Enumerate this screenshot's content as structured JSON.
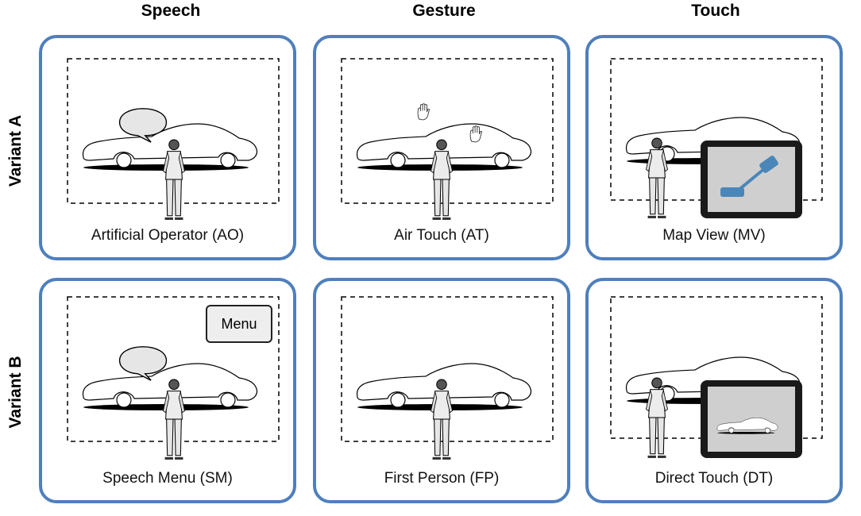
{
  "columns": [
    "Speech",
    "Gesture",
    "Touch"
  ],
  "rows": [
    "Variant A",
    "Variant B"
  ],
  "panels": [
    {
      "label": "Artificial Operator (AO)"
    },
    {
      "label": "Air Touch (AT)"
    },
    {
      "label": "Map View (MV)"
    },
    {
      "label": "Speech Menu (SM)"
    },
    {
      "label": "First Person (FP)"
    },
    {
      "label": "Direct Touch (DT)"
    }
  ],
  "menu_label": "Menu",
  "colors": {
    "panel_border": "#4f7fbd",
    "map_robot": "#4a86b8",
    "tablet_frame": "#1a1a1a"
  }
}
